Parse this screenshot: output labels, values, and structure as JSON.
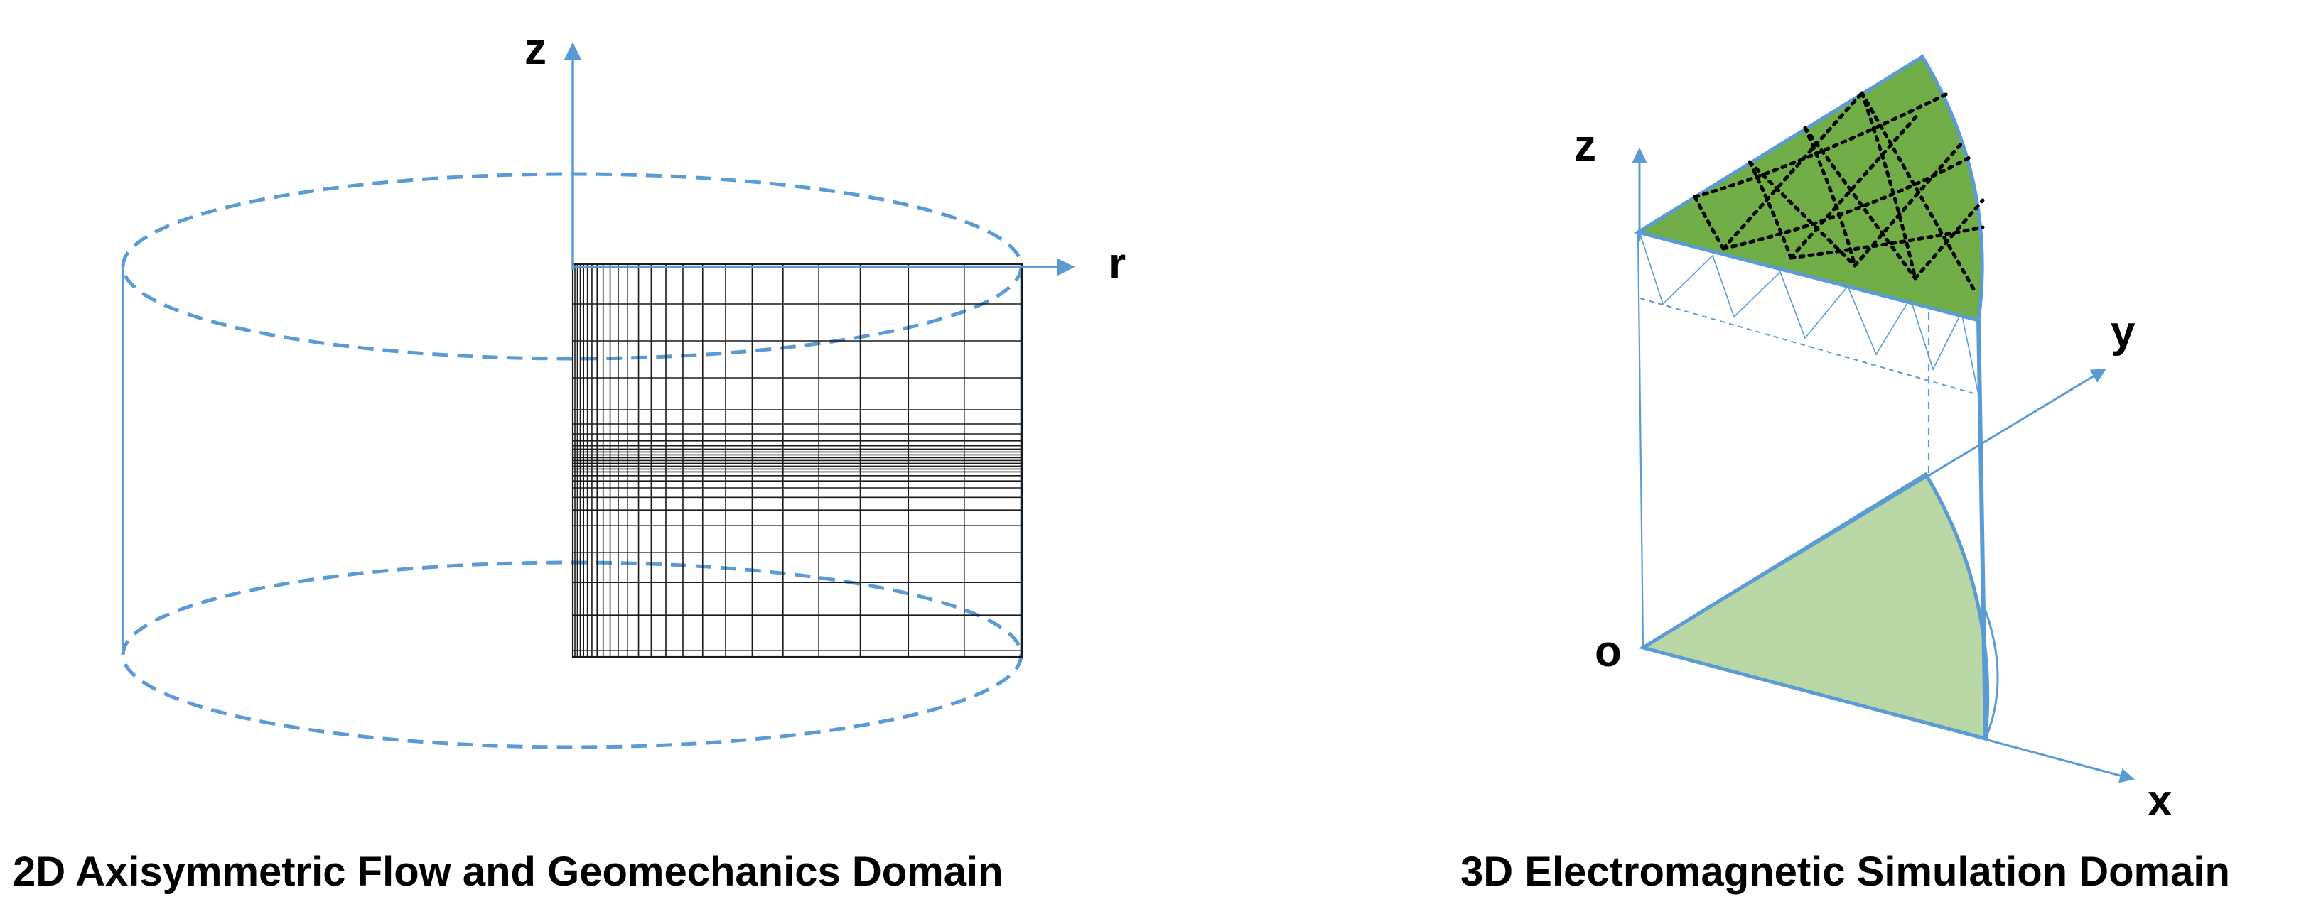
{
  "left": {
    "axis_z": "z",
    "axis_r": "r",
    "caption": "2D Axisymmetric Flow and Geomechanics Domain"
  },
  "right": {
    "axis_z": "z",
    "axis_y": "y",
    "axis_x": "x",
    "origin": "o",
    "caption": "3D Electromagnetic Simulation Domain"
  },
  "colors": {
    "axis_blue": "#5b9bd5",
    "top_sector_green": "#70ad47",
    "bottom_sector_green": "#b8d7a4",
    "mesh": "#1a1a1a"
  }
}
